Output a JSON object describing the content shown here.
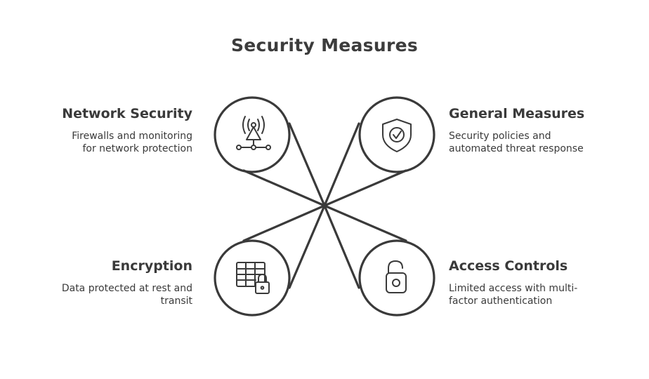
{
  "title": "Security Measures",
  "items": [
    {
      "heading": "Network Security",
      "desc_lines": [
        "Firewalls and monitoring",
        "for network protection"
      ],
      "icon": "antenna-tower-icon"
    },
    {
      "heading": "General Measures",
      "desc_lines": [
        "Security policies and",
        "automated threat response"
      ],
      "icon": "shield-check-icon"
    },
    {
      "heading": "Encryption",
      "desc_lines": [
        "Data protected at rest and",
        "transit"
      ],
      "icon": "encrypted-table-icon"
    },
    {
      "heading": "Access Controls",
      "desc_lines": [
        "Limited access with multi-",
        "factor authentication"
      ],
      "icon": "padlock-icon"
    }
  ],
  "colors": {
    "stroke": "#3a3a3a",
    "text": "#3a3a3a",
    "background": "#ffffff"
  }
}
